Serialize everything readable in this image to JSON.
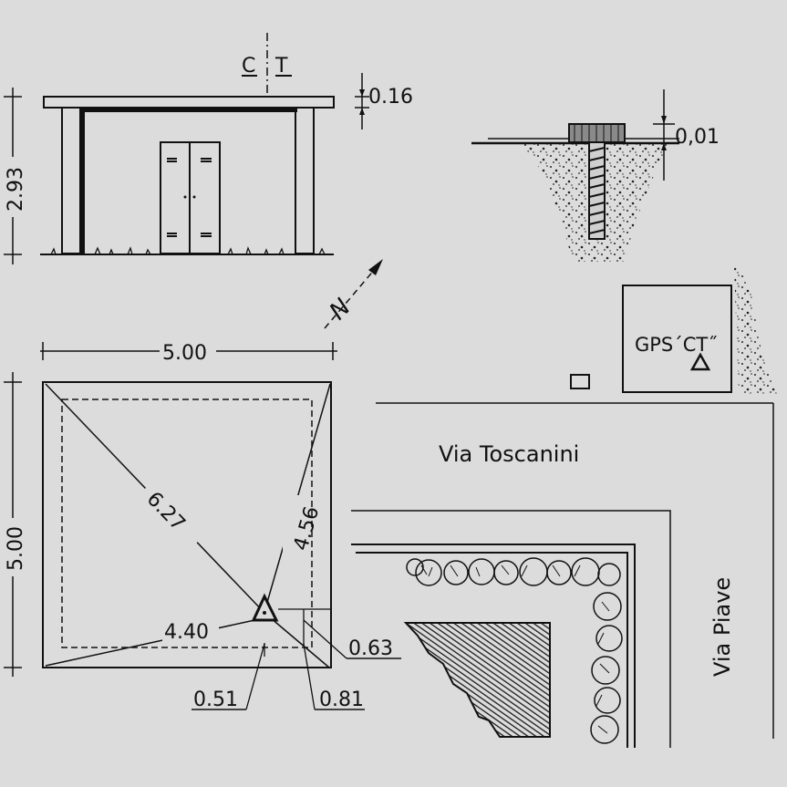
{
  "palette": {
    "ink": "#111111",
    "paper": "#dcdcdc",
    "hatch": "#1a1a1a"
  },
  "elevation": {
    "section_label_left": "C",
    "section_label_right": "T",
    "height_dim": "2.93",
    "roof_dim": "0.16"
  },
  "detail": {
    "marker_dim": "0,01"
  },
  "north_arrow": {
    "label": "N"
  },
  "plan": {
    "width_dim": "5.00",
    "depth_dim": "5.00",
    "diagonal_dim": "6.27",
    "right_dim": "4.56",
    "left_dim": "4.40",
    "offset_a": "0.63",
    "offset_b": "0.51",
    "offset_c": "0.81"
  },
  "gps": {
    "label": "GPS´CT˝"
  },
  "streets": {
    "street_1": "Via Toscanini",
    "street_2": "Via Piave"
  }
}
